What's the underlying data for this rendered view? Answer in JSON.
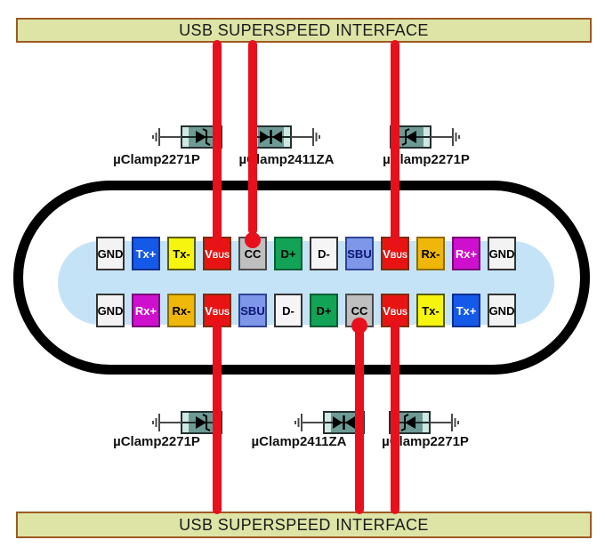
{
  "title_bars": {
    "top": "USB SUPERSPEED INTERFACE",
    "bottom": "USB SUPERSPEED INTERFACE"
  },
  "colors": {
    "bar_fill": "#dde4a6",
    "bar_border": "#9e5a22",
    "wire_red": "#e8101c",
    "connector_outline": "#000000",
    "cavity_blue": "#c5e3f7",
    "package_body": "#6d9a94",
    "package_ends": "#cfe8e1",
    "diode_symbol": "#000000",
    "ground_symbol": "#4a4a4a"
  },
  "pins": {
    "top_row": [
      {
        "label": "GND",
        "fill": "#f3f3f3",
        "border": "#333333",
        "text": "#000000"
      },
      {
        "label": "Tx+",
        "fill": "#1559e8",
        "border": "#0d2f8f",
        "text": "#ffffff"
      },
      {
        "label": "Tx-",
        "fill": "#f5f50f",
        "border": "#59590a",
        "text": "#000000"
      },
      {
        "label": "VBUS",
        "small_suffix": true,
        "fill": "#e81414",
        "border": "#7c2e0d",
        "text": "#ffffff"
      },
      {
        "label": "CC",
        "fill": "#bfbfbf",
        "border": "#4a4a4a",
        "text": "#000000"
      },
      {
        "label": "D+",
        "fill": "#12a356",
        "border": "#0a5c32",
        "text": "#000000"
      },
      {
        "label": "D-",
        "fill": "#f5f5f5",
        "border": "#333333",
        "text": "#000000"
      },
      {
        "label": "SBU",
        "fill": "#7e97e9",
        "border": "#2f4494",
        "text": "#0d1670"
      },
      {
        "label": "VBUS",
        "small_suffix": true,
        "fill": "#e81414",
        "border": "#7c2e0d",
        "text": "#ffffff"
      },
      {
        "label": "Rx-",
        "fill": "#efb70a",
        "border": "#8c6c06",
        "text": "#000000"
      },
      {
        "label": "Rx+",
        "fill": "#ce10ce",
        "border": "#770877",
        "text": "#ffffff"
      },
      {
        "label": "GND",
        "fill": "#f3f3f3",
        "border": "#333333",
        "text": "#000000"
      }
    ],
    "bottom_row": [
      {
        "label": "GND",
        "fill": "#f3f3f3",
        "border": "#333333",
        "text": "#000000"
      },
      {
        "label": "Rx+",
        "fill": "#ce10ce",
        "border": "#770877",
        "text": "#ffffff"
      },
      {
        "label": "Rx-",
        "fill": "#efb70a",
        "border": "#8c6c06",
        "text": "#000000"
      },
      {
        "label": "VBUS",
        "small_suffix": true,
        "fill": "#e81414",
        "border": "#7c2e0d",
        "text": "#ffffff"
      },
      {
        "label": "SBU",
        "fill": "#7e97e9",
        "border": "#2f4494",
        "text": "#0d1670"
      },
      {
        "label": "D-",
        "fill": "#f5f5f5",
        "border": "#333333",
        "text": "#000000"
      },
      {
        "label": "D+",
        "fill": "#12a356",
        "border": "#0a5c32",
        "text": "#000000"
      },
      {
        "label": "CC",
        "fill": "#bfbfbf",
        "border": "#4a4a4a",
        "text": "#000000"
      },
      {
        "label": "VBUS",
        "small_suffix": true,
        "fill": "#e81414",
        "border": "#7c2e0d",
        "text": "#ffffff"
      },
      {
        "label": "Tx-",
        "fill": "#f5f50f",
        "border": "#59590a",
        "text": "#000000"
      },
      {
        "label": "Tx+",
        "fill": "#1559e8",
        "border": "#0d2f8f",
        "text": "#ffffff"
      },
      {
        "label": "GND",
        "fill": "#f3f3f3",
        "border": "#333333",
        "text": "#000000"
      }
    ]
  },
  "devices_top": [
    {
      "label": "µClamp2271P",
      "type": "unidirectional"
    },
    {
      "label": "µClamp2411ZA",
      "type": "bidirectional"
    },
    {
      "label": "µClamp2271P",
      "type": "unidirectional"
    }
  ],
  "devices_bottom": [
    {
      "label": "µClamp2271P",
      "type": "unidirectional"
    },
    {
      "label": "µClamp2411ZA",
      "type": "bidirectional"
    },
    {
      "label": "µClamp2271P",
      "type": "unidirectional"
    }
  ]
}
